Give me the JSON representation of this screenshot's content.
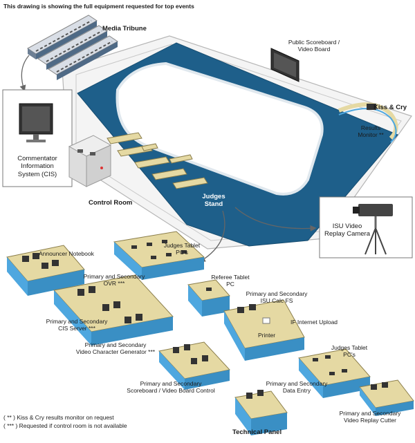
{
  "header": {
    "title": "This drawing is showing the full equipment requested for top events"
  },
  "labels": {
    "media_tribune": "Media Tribune",
    "public_scoreboard": [
      "Public Scoreboard /",
      "Video Board"
    ],
    "kiss_and_cry": "Kiss & Cry",
    "results_monitor": [
      "Results",
      "Monitor **"
    ],
    "cis": [
      "Commentator",
      "Information",
      "System (CIS)"
    ],
    "control_room": "Control Room",
    "judges_stand": [
      "Judges",
      "Stand"
    ],
    "isu_replay_camera": [
      "ISU Video",
      "Replay Camera"
    ],
    "technical_panel": "Technical Panel"
  },
  "equipment": {
    "announcer_notebook": "Announcer Notebook",
    "judges_tablet_top": [
      "Judges Tablet",
      "PC's"
    ],
    "ovr": [
      "Primary and Secondary",
      "OVR ***"
    ],
    "referee_tablet": [
      "Referee Tablet",
      "PC"
    ],
    "isu_calc": [
      "Primary and Secondary",
      "ISU Calc FS"
    ],
    "cis_server": [
      "Primary and Secondary",
      "CIS Server ***"
    ],
    "if_internet_upload": "IF Internet Upload",
    "printer": "Printer",
    "video_char_gen": [
      "Primary and Secondary",
      "Video Character Generator ***"
    ],
    "judges_tablet_bottom": [
      "Judges Tablet",
      "PC's"
    ],
    "scoreboard_control": [
      "Primary and Secondary",
      "Scoreboard / Video Board Control"
    ],
    "data_entry": [
      "Primary and Secondary",
      "Data Entry"
    ],
    "replay_cutter": [
      "Primary and Secondary",
      "Video Replay Cutter"
    ]
  },
  "notes": [
    "( ** ) Kiss & Cry results monitor on request",
    "( *** ) Requested if control room is not available"
  ],
  "colors": {
    "ice_blue": "#1e5f8a",
    "table_top": "#e5d9a3",
    "table_leg": "#4ea7df",
    "venue_floor": "#f4f4f4",
    "outline": "#b5b5b5"
  }
}
